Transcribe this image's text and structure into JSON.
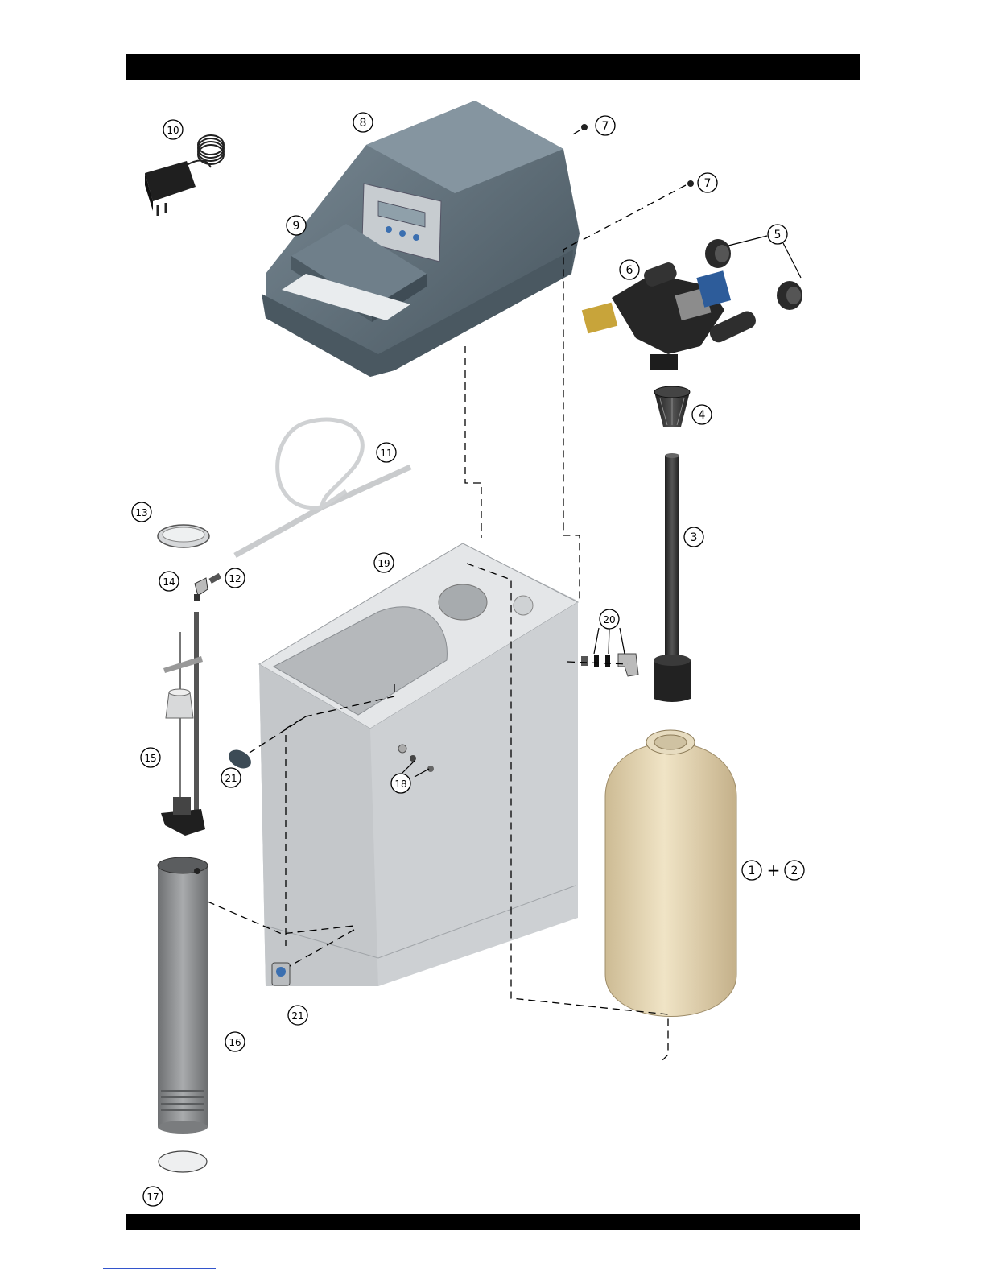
{
  "callouts": [
    {
      "id": "c10",
      "text": "10"
    },
    {
      "id": "c8",
      "text": "8"
    },
    {
      "id": "c7a",
      "text": "7"
    },
    {
      "id": "c7b",
      "text": "7"
    },
    {
      "id": "c9",
      "text": "9"
    },
    {
      "id": "c5",
      "text": "5"
    },
    {
      "id": "c6",
      "text": "6"
    },
    {
      "id": "c4",
      "text": "4"
    },
    {
      "id": "c11",
      "text": "11"
    },
    {
      "id": "c13",
      "text": "13"
    },
    {
      "id": "c3",
      "text": "3"
    },
    {
      "id": "c19",
      "text": "19"
    },
    {
      "id": "c14",
      "text": "14"
    },
    {
      "id": "c12",
      "text": "12"
    },
    {
      "id": "c20",
      "text": "20"
    },
    {
      "id": "c15",
      "text": "15"
    },
    {
      "id": "c21a",
      "text": "21"
    },
    {
      "id": "c18",
      "text": "18"
    },
    {
      "id": "c1",
      "text": "1"
    },
    {
      "id": "c2",
      "text": "2"
    },
    {
      "id": "c21b",
      "text": "21"
    },
    {
      "id": "c16",
      "text": "16"
    },
    {
      "id": "c17",
      "text": "17"
    }
  ],
  "plus_sign": "+",
  "colors": {
    "cover": "#5b6b76",
    "cover_dark": "#3f4c55",
    "cabinet": "#c9cccf",
    "cabinet_light": "#e7e9eb",
    "tank": "#e8d9b8",
    "dark_part": "#2c2c2c",
    "tube": "#8d8f91"
  }
}
